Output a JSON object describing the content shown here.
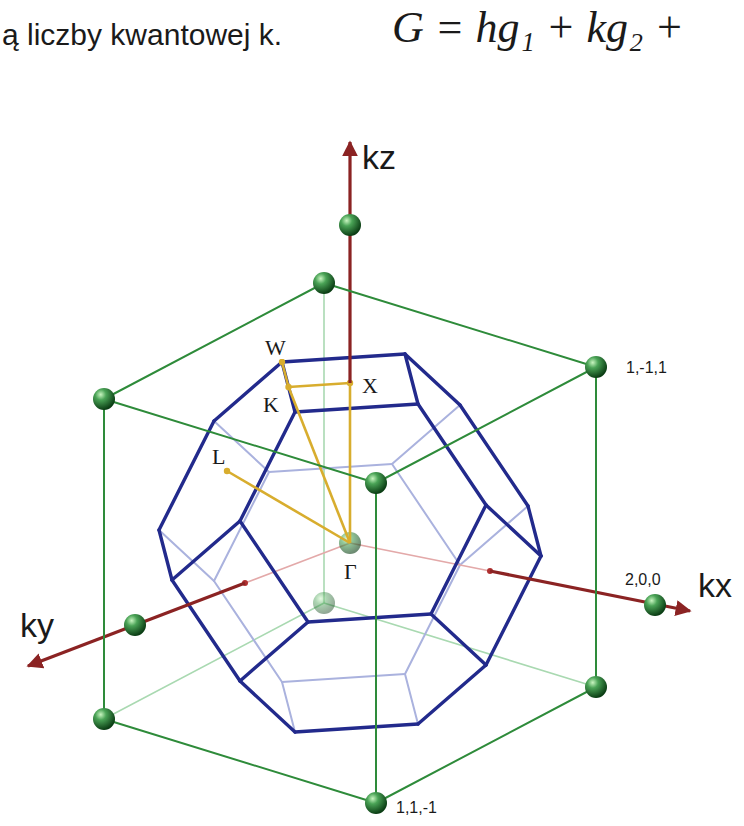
{
  "diagram": {
    "labels": [
      "ą liczby kwantowej k.",
      "G = hg₁ + kg₂ +",
      "kz",
      "W",
      "X",
      "K",
      "L",
      "1,-1,1",
      "Γ",
      "2,0,0",
      "ky",
      "kx",
      "1,1,-1"
    ]
  }
}
